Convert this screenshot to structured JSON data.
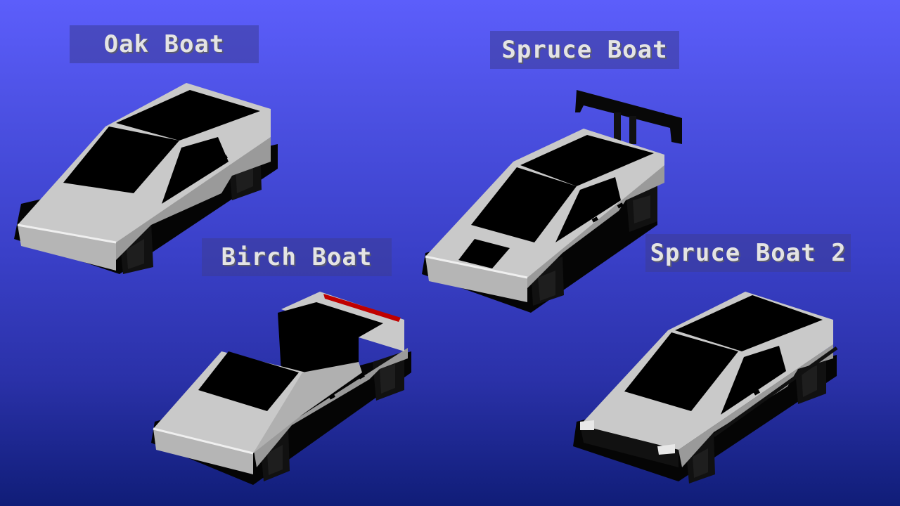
{
  "scene": {
    "background_top": "#5c5efb",
    "background_bottom": "#101d78"
  },
  "vehicles": [
    {
      "label": "Oak Boat",
      "variant": "standard"
    },
    {
      "label": "Spruce Boat",
      "variant": "spoiler-hood-vent"
    },
    {
      "label": "Birch Boat",
      "variant": "open-bed-red-trim"
    },
    {
      "label": "Spruce Boat 2",
      "variant": "headlights-side-stripe"
    }
  ],
  "colors": {
    "body": "#c8c8c8",
    "body_light": "#e6e6e6",
    "body_shade": "#8e8e8e",
    "glass": "#000000",
    "tire": "#0a0a0a",
    "trim_red": "#c00000"
  }
}
